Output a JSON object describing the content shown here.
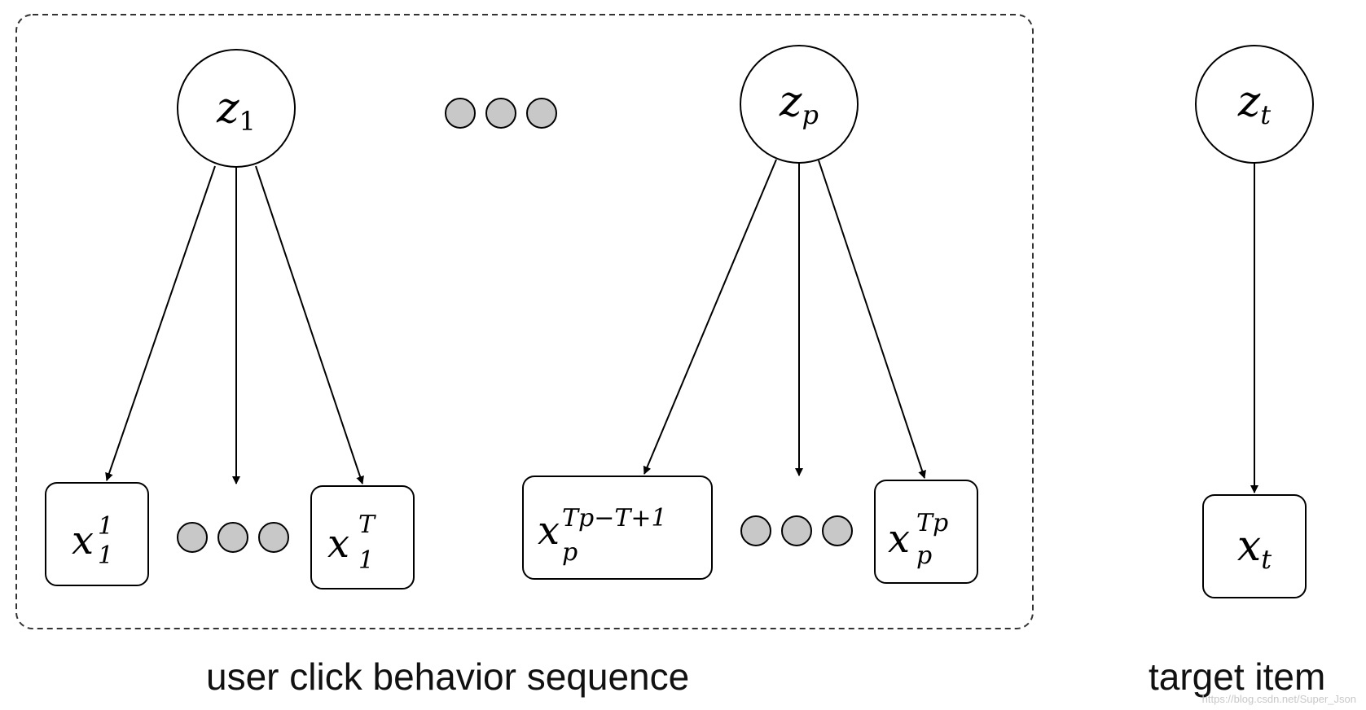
{
  "labels": {
    "z1": {
      "base": "z",
      "sub": "1"
    },
    "zp": {
      "base": "z",
      "sub": "p"
    },
    "zt": {
      "base": "z",
      "sub": "t"
    },
    "x11": {
      "base": "x",
      "sup": "1",
      "sub": "1"
    },
    "x1T": {
      "base": "x",
      "sup": "T",
      "sub": "1"
    },
    "xpTp_T1": {
      "base": "x",
      "sup": "Tp−T+1",
      "sub": "p"
    },
    "xpTp": {
      "base": "x",
      "sup": "Tp",
      "sub": "p"
    },
    "xt": {
      "base": "x",
      "sub": "t"
    }
  },
  "captions": {
    "sequence": "user click behavior sequence",
    "target": "target item"
  },
  "watermark": "https://blog.csdn.net/Super_Json",
  "colors": {
    "stroke": "#000000",
    "dot_fill": "#c8c8c8",
    "dashed_border": "#333333"
  }
}
